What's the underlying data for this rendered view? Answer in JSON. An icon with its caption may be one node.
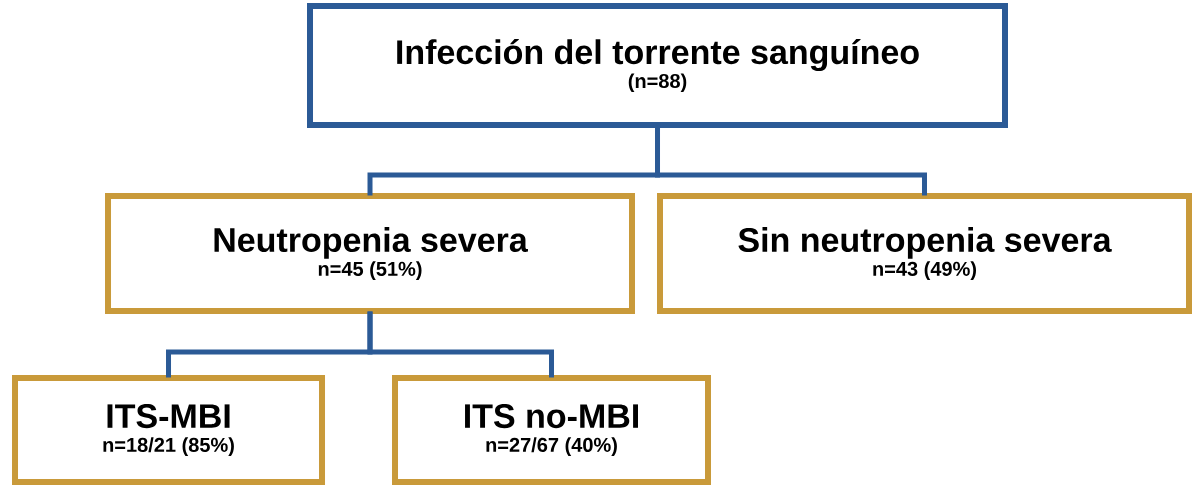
{
  "diagram": {
    "nodes": [
      {
        "text": [
          "Infección del torrente sanguíneo",
          "(n=88)"
        ]
      },
      {
        "text": [
          "Neutropenia severa",
          "n=45 (51%)"
        ]
      },
      {
        "text": [
          "Sin neutropenia severa",
          "n=43 (49%)"
        ]
      },
      {
        "text": [
          "ITS-MBI",
          "n=18/21  (85%)"
        ]
      },
      {
        "text": [
          "ITS no-MBI",
          "n=27/67 (40%)"
        ]
      }
    ],
    "edges": [
      {
        "from": 0,
        "to": 1,
        "arrow": "none"
      },
      {
        "from": 0,
        "to": 2,
        "arrow": "none"
      },
      {
        "from": 1,
        "to": 3,
        "arrow": "none"
      },
      {
        "from": 1,
        "to": 4,
        "arrow": "none"
      }
    ]
  }
}
